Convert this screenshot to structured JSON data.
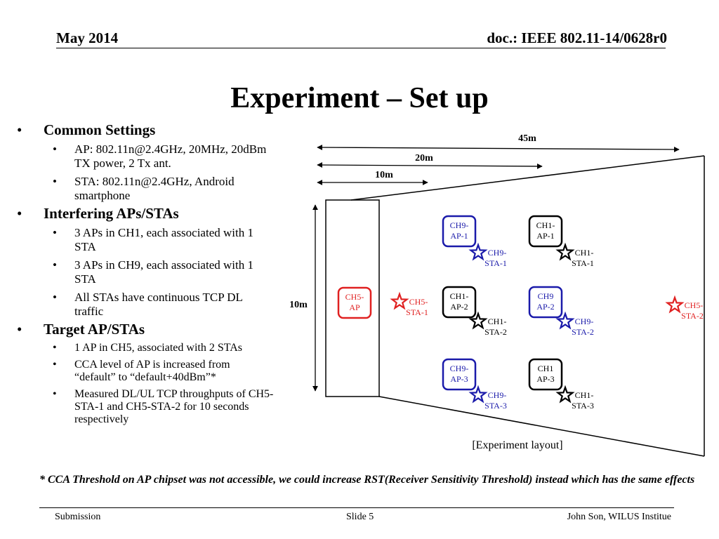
{
  "header": {
    "date": "May 2014",
    "doc": "doc.: IEEE 802.11-14/0628r0"
  },
  "title": "Experiment – Set up",
  "sections": [
    {
      "heading": "Common Settings",
      "items": [
        "AP: 802.11n@2.4GHz, 20MHz, 20dBm TX power, 2 Tx ant.",
        "STA: 802.11n@2.4GHz, Android smartphone"
      ]
    },
    {
      "heading": "Interfering APs/STAs",
      "items": [
        "3 APs in CH1, each associated with 1 STA",
        "3 APs in CH9, each associated with 1 STA",
        "All STAs have continuous TCP DL traffic"
      ]
    },
    {
      "heading": "Target AP/STAs",
      "items": [
        "1 AP in CH5, associated with 2 STAs",
        "CCA level of AP is increased from “default” to “default+40dBm”*",
        "Measured DL/UL TCP throughputs of CH5-STA-1 and CH5-STA-2 for 10 seconds respectively"
      ]
    }
  ],
  "diagram": {
    "dimensions": {
      "d45": "45m",
      "d20": "20m",
      "d10": "10m",
      "height": "10m"
    },
    "caption": "[Experiment layout]",
    "colors": {
      "ch5": "#e02020",
      "ch9": "#1a1aaa",
      "ch1": "#000000"
    },
    "aps": [
      {
        "id": "ch5-ap",
        "l1": "CH5-",
        "l2": "AP",
        "ch": "ch5"
      },
      {
        "id": "ch9-ap-1",
        "l1": "CH9-",
        "l2": "AP-1",
        "ch": "ch9"
      },
      {
        "id": "ch1-ap-1",
        "l1": "CH1-",
        "l2": "AP-1",
        "ch": "ch1"
      },
      {
        "id": "ch1-ap-2",
        "l1": "CH1-",
        "l2": "AP-2",
        "ch": "ch1"
      },
      {
        "id": "ch9-ap-2",
        "l1": "CH9",
        "l2": "AP-2",
        "ch": "ch9"
      },
      {
        "id": "ch9-ap-3",
        "l1": "CH9-",
        "l2": "AP-3",
        "ch": "ch9"
      },
      {
        "id": "ch1-ap-3",
        "l1": "CH1",
        "l2": "AP-3",
        "ch": "ch1"
      }
    ],
    "stas": [
      {
        "id": "ch5-sta-1",
        "l1": "CH5-",
        "l2": "STA-1",
        "ch": "ch5"
      },
      {
        "id": "ch5-sta-2",
        "l1": "CH5-",
        "l2": "STA-2",
        "ch": "ch5"
      },
      {
        "id": "ch9-sta-1",
        "l1": "CH9-",
        "l2": "STA-1",
        "ch": "ch9"
      },
      {
        "id": "ch1-sta-1",
        "l1": "CH1-",
        "l2": "STA-1",
        "ch": "ch1"
      },
      {
        "id": "ch1-sta-2",
        "l1": "CH1-",
        "l2": "STA-2",
        "ch": "ch1"
      },
      {
        "id": "ch9-sta-2",
        "l1": "CH9-",
        "l2": "STA-2",
        "ch": "ch9"
      },
      {
        "id": "ch9-sta-3",
        "l1": "CH9-",
        "l2": "STA-3",
        "ch": "ch9"
      },
      {
        "id": "ch1-sta-3",
        "l1": "CH1-",
        "l2": "STA-3",
        "ch": "ch1"
      }
    ]
  },
  "footnote": "* CCA Threshold on AP chipset was not accessible, we could increase RST(Receiver Sensitivity Threshold) instead which has the same effects",
  "footer": {
    "left": "Submission",
    "middle": "Slide 5",
    "right": "John Son, WILUS Institue"
  }
}
